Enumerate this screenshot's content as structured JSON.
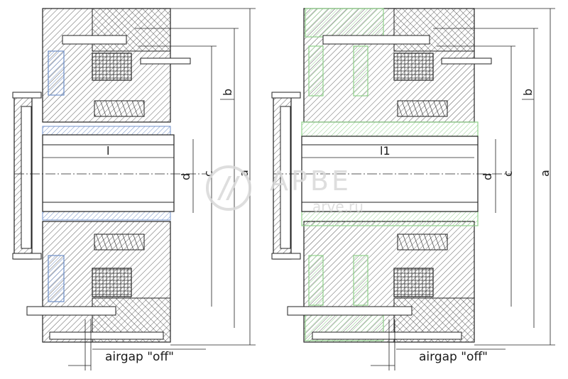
{
  "left_view": {
    "dim_length": "l",
    "dim_d": "d",
    "dim_c": "c",
    "dim_a": "a",
    "dim_b": "b",
    "airgap_label": "airgap \"off\"",
    "accent_color": "#6f8fc8"
  },
  "right_view": {
    "dim_length": "l1",
    "dim_d": "d",
    "dim_c": "c",
    "dim_a": "a",
    "dim_b": "b",
    "airgap_label": "airgap \"off\"",
    "accent_color": "#8fd08a"
  },
  "watermark": {
    "brand": "АРВЕ",
    "url": "arve.ru"
  }
}
